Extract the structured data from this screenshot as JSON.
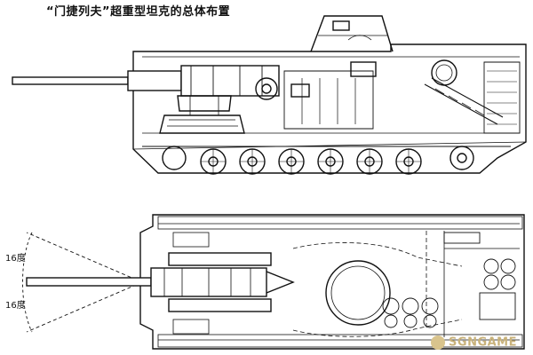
{
  "title": "“门捷列夫”超重型坦克的总体布置",
  "angle_labels": {
    "upper": "16度",
    "lower": "16度"
  },
  "watermark": "SGNGAME"
}
